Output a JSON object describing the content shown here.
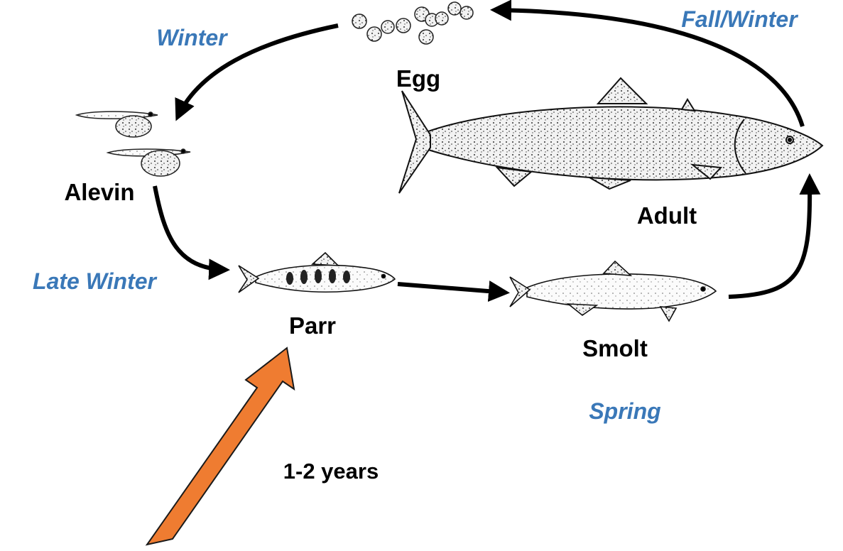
{
  "stages": {
    "egg": "Egg",
    "alevin": "Alevin",
    "parr": "Parr",
    "smolt": "Smolt",
    "adult": "Adult"
  },
  "seasons": {
    "winter": "Winter",
    "fall_winter": "Fall/Winter",
    "late_winter": "Late Winter",
    "spring": "Spring"
  },
  "duration_label": "1-2 years",
  "colors": {
    "season_text": "#3a78b8",
    "stage_text": "#000000",
    "cycle_arrow": "#000000",
    "highlight_arrow": "#ef7c31",
    "highlight_arrow_outline": "#1a1a1a"
  },
  "icons": {
    "egg": "egg-cluster-icon",
    "alevin": "alevin-fish-icon",
    "parr": "parr-fish-icon",
    "smolt": "smolt-fish-icon",
    "adult": "adult-salmon-icon"
  }
}
